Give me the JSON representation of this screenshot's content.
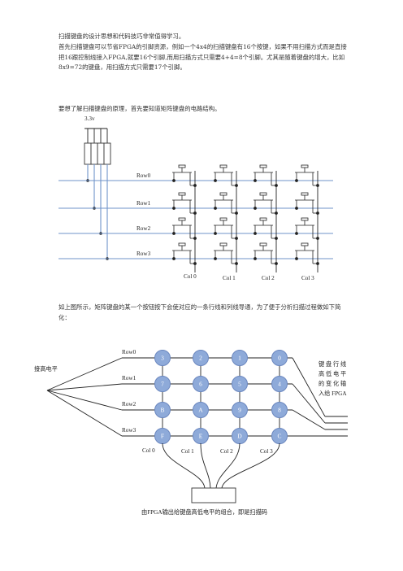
{
  "doc": {
    "intro_line": "扫描键盘的设计思想和代码技巧非常值得学习。",
    "para1": "首先扫描键盘可以节省FPGA的引脚资源，例如一个4x4的扫描键盘有16个按键，如果不用扫描方式而是直接把16跟控制线接入FPGA,就要16个引脚,而用扫描方式只需要4+4=8个引脚。尤其是随着键盘的增大，比如8x9=72的键盘，用扫描方式只需要17个引脚。",
    "para2": "要想了解扫描键盘的原理，首先要知道矩阵键盘的电路结构。",
    "para3": "如上图所示，矩阵键盘的某一个按钮按下会使对应的一条行线和列线导通，为了便于分析扫描过程做如下简化："
  },
  "circuit": {
    "voltage": "3.3v",
    "rows": [
      "Row0",
      "Row1",
      "Row2",
      "Row3"
    ],
    "cols": [
      "Col 0",
      "Col 1",
      "Col 2",
      "Col 3"
    ]
  },
  "simplified": {
    "left_label": "接高电平",
    "rows": [
      "Row0",
      "Row1",
      "Row2",
      "Row3"
    ],
    "cols": [
      "Col 0",
      "Col 1",
      "Col 2",
      "Col 3"
    ],
    "keys": [
      [
        "3",
        "2",
        "1",
        "0"
      ],
      [
        "7",
        "6",
        "5",
        "4"
      ],
      [
        "B",
        "A",
        "9",
        "8"
      ],
      [
        "F",
        "E",
        "D",
        "C"
      ]
    ],
    "right_note": [
      "键 盘 行 线",
      "高 低 电 平",
      "的 变 化 输",
      "入给 FPGA"
    ],
    "bottom_caption": "由FPGA输出给键盘高低电平的组合，即是扫描码"
  },
  "colors": {
    "wire": "#6f93c9",
    "key": "#8eaad9",
    "text": "#333333"
  }
}
